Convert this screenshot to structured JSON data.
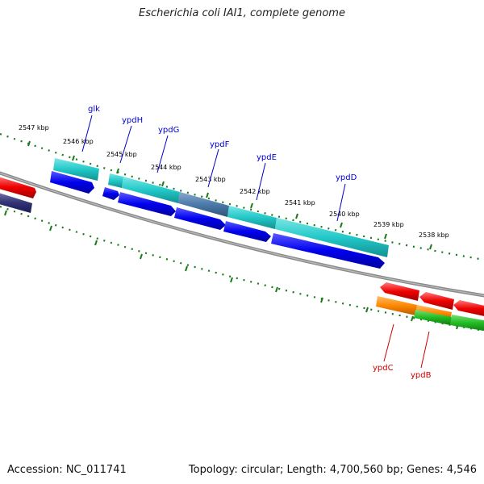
{
  "title": "Escherichia coli IAI1, complete genome",
  "footer": {
    "accession": "Accession: NC_011741",
    "summary": "Topology: circular; Length: 4,700,560 bp; Genes: 4,546"
  },
  "colors": {
    "backbone": "#8a8a8a",
    "tick_dots": "#1a7a1a",
    "label_forward": "#0000cc",
    "label_reverse": "#cc0000",
    "cds_forward": "#0000ee",
    "cds_reverse": "#ee0000",
    "gene_cyan": "#22c8c8",
    "gene_slate": "#4a7aaa",
    "gene_orange": "#ff8800",
    "gene_green": "#22bb22",
    "dark_feature": "#333377"
  },
  "scale_ticks": [
    {
      "label": "2547 kbp"
    },
    {
      "label": "2546 kbp"
    },
    {
      "label": "2545 kbp"
    },
    {
      "label": "2544 kbp"
    },
    {
      "label": "2543 kbp"
    },
    {
      "label": "2542 kbp"
    },
    {
      "label": "2541 kbp"
    },
    {
      "label": "2540 kbp"
    },
    {
      "label": "2539 kbp"
    },
    {
      "label": "2538 kbp"
    }
  ],
  "gene_labels": [
    {
      "name": "glk",
      "strand": "forward"
    },
    {
      "name": "ypdH",
      "strand": "forward"
    },
    {
      "name": "ypdG",
      "strand": "forward"
    },
    {
      "name": "ypdF",
      "strand": "forward"
    },
    {
      "name": "ypdE",
      "strand": "forward"
    },
    {
      "name": "ypdD",
      "strand": "forward"
    },
    {
      "name": "ypdC",
      "strand": "reverse"
    },
    {
      "name": "ypdB",
      "strand": "reverse"
    }
  ]
}
